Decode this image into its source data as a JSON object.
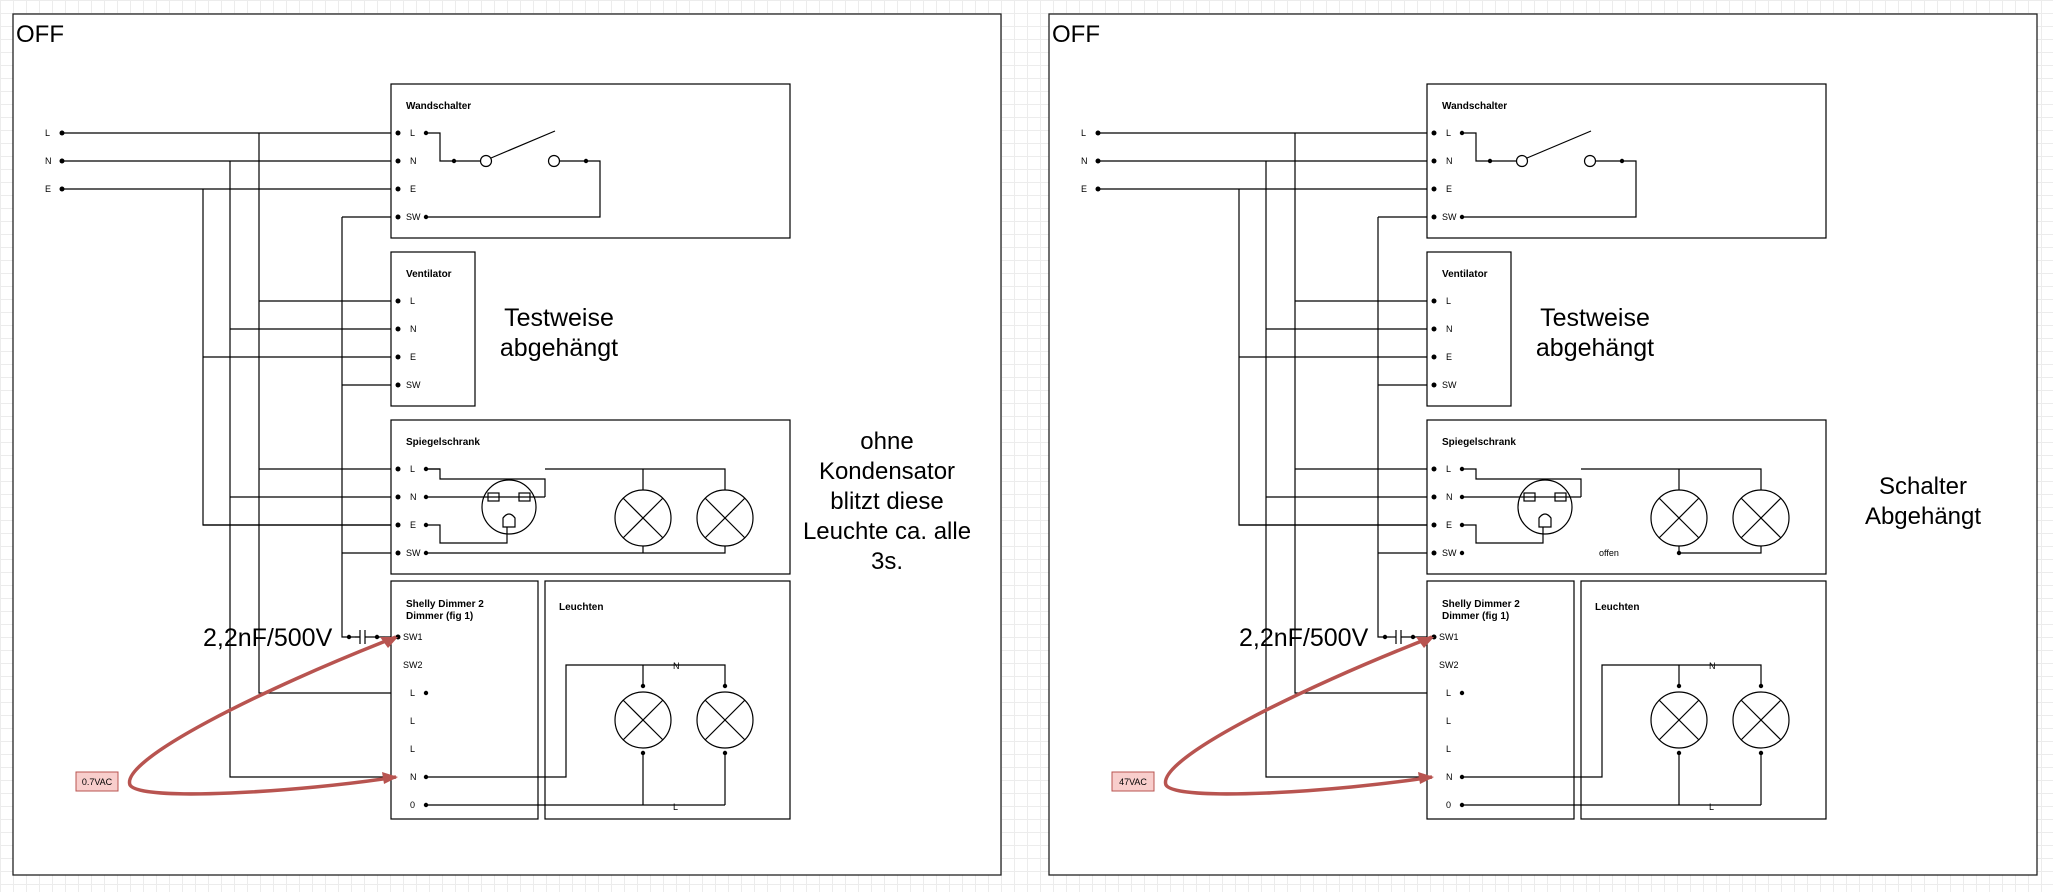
{
  "panels": [
    {
      "state": "OFF",
      "mains": [
        "L",
        "N",
        "E"
      ],
      "wandschalter": {
        "title": "Wandschalter",
        "pins": [
          "L",
          "N",
          "E",
          "SW"
        ]
      },
      "ventilator": {
        "title": "Ventilator",
        "pins": [
          "L",
          "N",
          "E",
          "SW"
        ]
      },
      "ventilator_note": [
        "Testweise",
        "abgehängt"
      ],
      "spiegelschrank": {
        "title": "Spiegelschrank",
        "pins": [
          "L",
          "N",
          "E",
          "SW"
        ],
        "open_label": ""
      },
      "dimmer": {
        "title_line1": "Shelly Dimmer 2",
        "title_line2": "Dimmer (fig 1)",
        "pins": [
          "SW1",
          "SW2",
          "L",
          "L",
          "L",
          "N",
          "0"
        ]
      },
      "leuchten": {
        "title": "Leuchten",
        "n_label": "N",
        "l_label": "L"
      },
      "capacitor": "2,2nF/500V",
      "meter": "0.7VAC",
      "side_note": [
        "ohne",
        "Kondensator",
        "blitzt diese",
        "Leuchte ca. alle",
        "3s."
      ]
    },
    {
      "state": "OFF",
      "mains": [
        "L",
        "N",
        "E"
      ],
      "wandschalter": {
        "title": "Wandschalter",
        "pins": [
          "L",
          "N",
          "E",
          "SW"
        ]
      },
      "ventilator": {
        "title": "Ventilator",
        "pins": [
          "L",
          "N",
          "E",
          "SW"
        ]
      },
      "ventilator_note": [
        "Testweise",
        "abgehängt"
      ],
      "spiegelschrank": {
        "title": "Spiegelschrank",
        "pins": [
          "L",
          "N",
          "E",
          "SW"
        ],
        "open_label": "offen"
      },
      "dimmer": {
        "title_line1": "Shelly Dimmer 2",
        "title_line2": "Dimmer (fig 1)",
        "pins": [
          "SW1",
          "SW2",
          "L",
          "L",
          "L",
          "N",
          "0"
        ]
      },
      "leuchten": {
        "title": "Leuchten",
        "n_label": "N",
        "l_label": "L"
      },
      "capacitor": "2,2nF/500V",
      "meter": "47VAC",
      "side_note": [
        "Schalter",
        "Abgehängt"
      ]
    }
  ]
}
